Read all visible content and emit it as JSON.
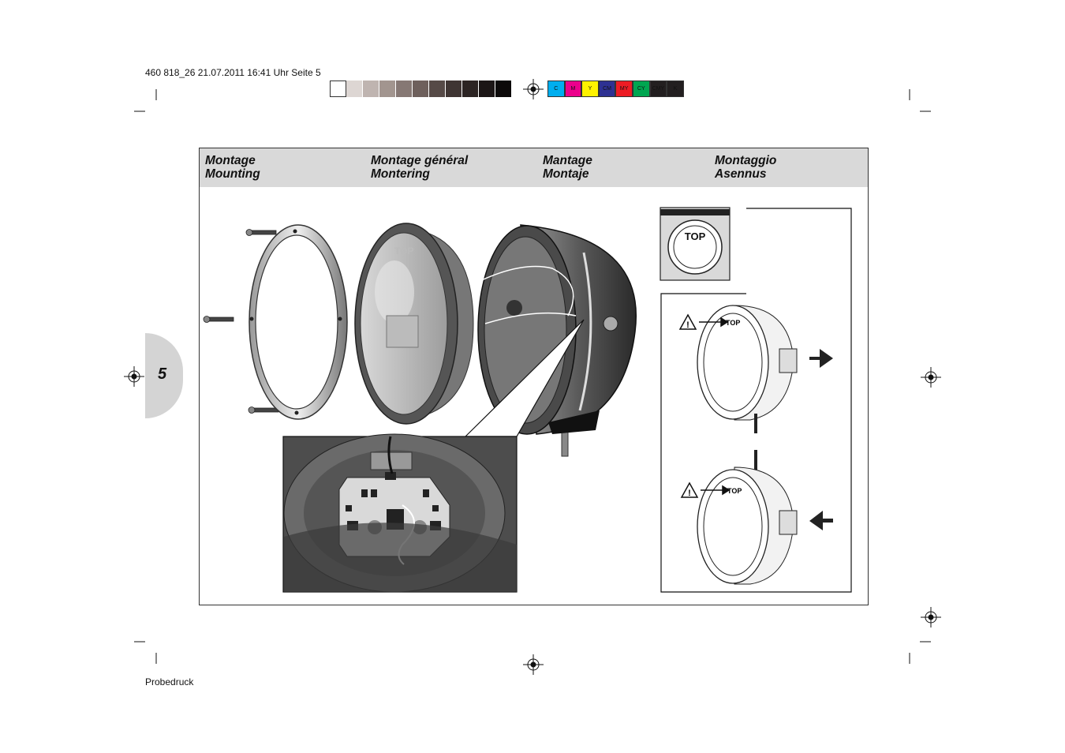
{
  "slug": "460 818_26 21.07.2011 16:41 Uhr Seite 5",
  "footer_note": "Probedruck",
  "page_number": "5",
  "headers": [
    {
      "line1": "Montage",
      "line2": "Mounting"
    },
    {
      "line1": "Montage général",
      "line2": "Montering"
    },
    {
      "line1": "Mantage",
      "line2": "Montaje"
    },
    {
      "line1": "Montaggio",
      "line2": "Asennus"
    }
  ],
  "gray_steps": [
    "#ffffff",
    "#ddd6d3",
    "#bfb4b0",
    "#a2958f",
    "#867874",
    "#6e605c",
    "#564a47",
    "#3f3533",
    "#2c2423",
    "#1c1616",
    "#0c0909"
  ],
  "cmyk_patches": [
    {
      "label": "C",
      "color": "#00aeef"
    },
    {
      "label": "M",
      "color": "#ec008c"
    },
    {
      "label": "Y",
      "color": "#fff200"
    },
    {
      "label": "CM",
      "color": "#2e3192"
    },
    {
      "label": "MY",
      "color": "#ed1c24"
    },
    {
      "label": "CY",
      "color": "#00a651"
    },
    {
      "label": "CMY",
      "color": "#231f20"
    },
    {
      "label": "K",
      "color": "#231f20"
    }
  ],
  "diagram_labels": {
    "top_inset": "TOP",
    "top_step1": "TOP",
    "top_step2": "TOP",
    "lens_mark": "TOP"
  }
}
